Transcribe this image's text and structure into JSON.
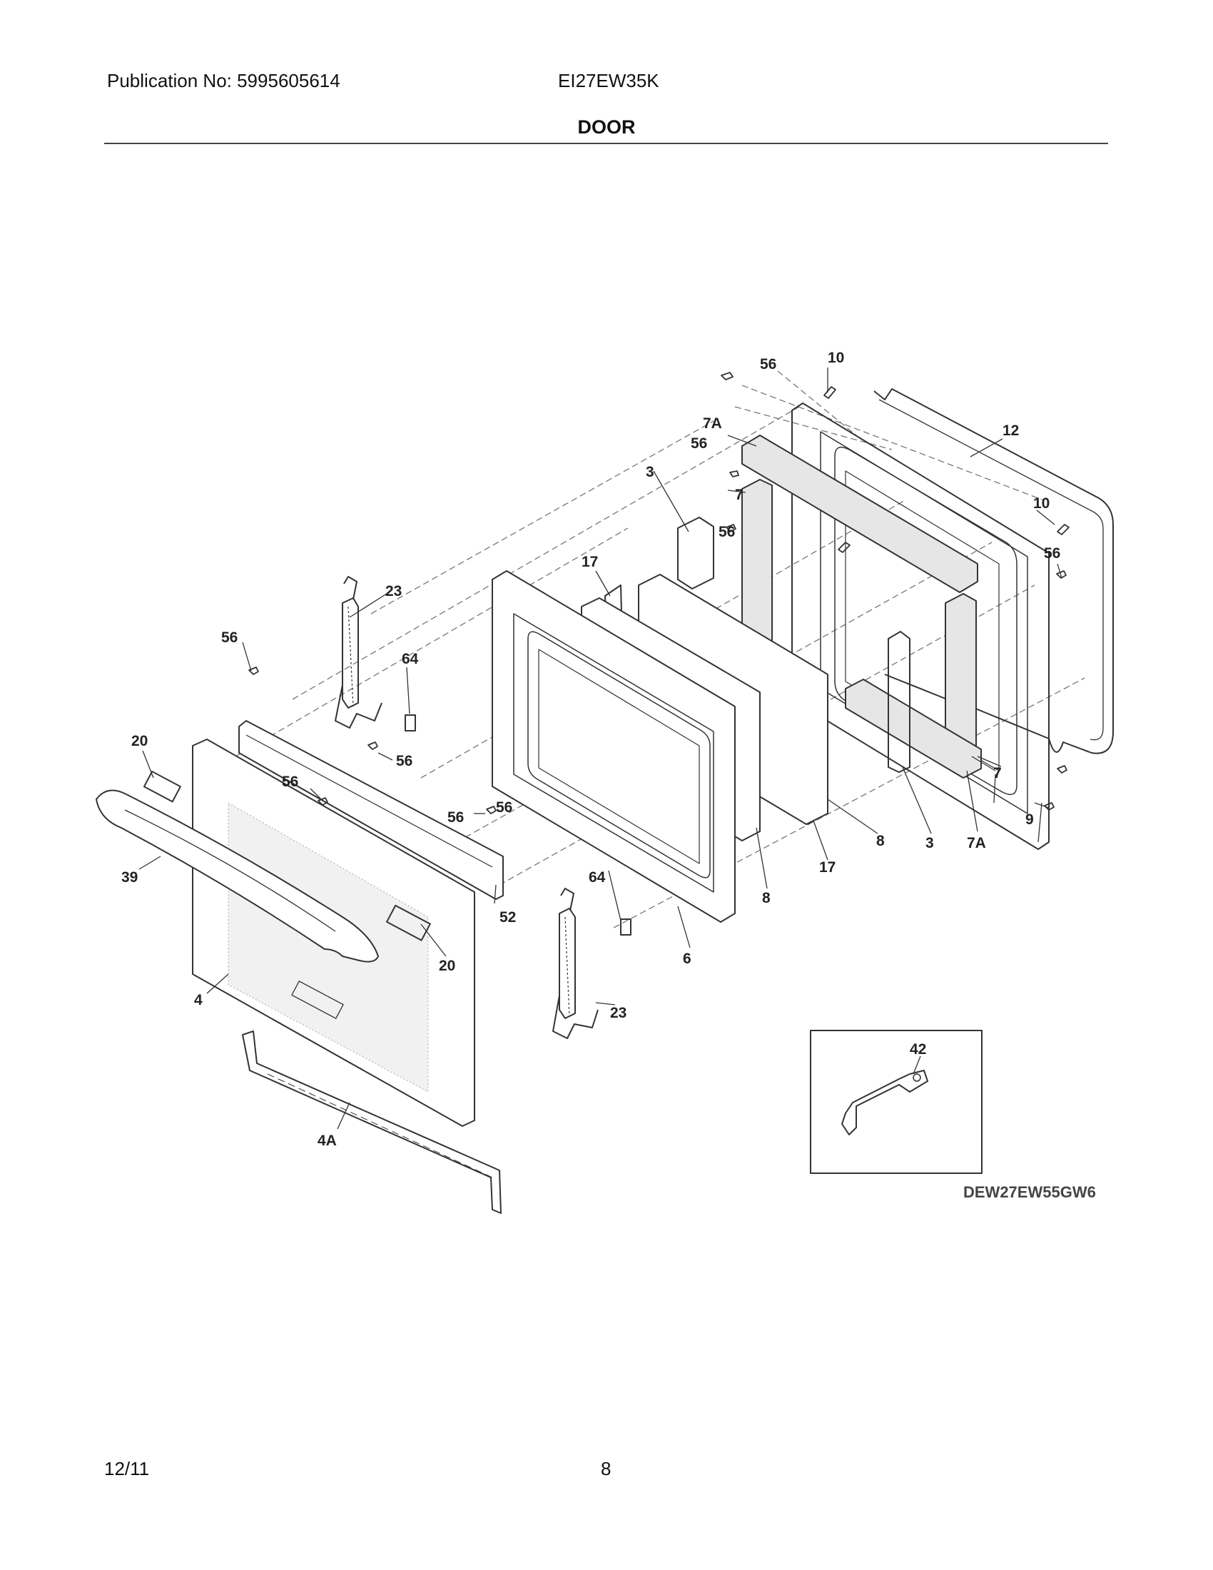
{
  "header": {
    "publication": "Publication No: 5995605614",
    "model": "EI27EW35K",
    "title": "DOOR"
  },
  "diagram": {
    "callouts": [
      {
        "id": "c56a",
        "label": "56"
      },
      {
        "id": "c10a",
        "label": "10"
      },
      {
        "id": "c7Aa",
        "label": "7A"
      },
      {
        "id": "c12",
        "label": "12"
      },
      {
        "id": "c56b",
        "label": "56"
      },
      {
        "id": "c3a",
        "label": "3"
      },
      {
        "id": "c7a",
        "label": "7"
      },
      {
        "id": "c10b",
        "label": "10"
      },
      {
        "id": "c56c",
        "label": "56"
      },
      {
        "id": "c56d",
        "label": "56"
      },
      {
        "id": "c17a",
        "label": "17"
      },
      {
        "id": "c23a",
        "label": "23"
      },
      {
        "id": "c56e",
        "label": "56"
      },
      {
        "id": "c64a",
        "label": "64"
      },
      {
        "id": "c56f",
        "label": "56"
      },
      {
        "id": "c20a",
        "label": "20"
      },
      {
        "id": "c56g",
        "label": "56"
      },
      {
        "id": "c56h",
        "label": "56"
      },
      {
        "id": "c56i",
        "label": "56"
      },
      {
        "id": "c39",
        "label": "39"
      },
      {
        "id": "c64b",
        "label": "64"
      },
      {
        "id": "c52",
        "label": "52"
      },
      {
        "id": "c8a",
        "label": "8"
      },
      {
        "id": "c8b",
        "label": "8"
      },
      {
        "id": "c17b",
        "label": "17"
      },
      {
        "id": "c3b",
        "label": "3"
      },
      {
        "id": "c7Ab",
        "label": "7A"
      },
      {
        "id": "c7b",
        "label": "7"
      },
      {
        "id": "c9",
        "label": "9"
      },
      {
        "id": "c6",
        "label": "6"
      },
      {
        "id": "c20b",
        "label": "20"
      },
      {
        "id": "c4",
        "label": "4"
      },
      {
        "id": "c23b",
        "label": "23"
      },
      {
        "id": "c4A",
        "label": "4A"
      },
      {
        "id": "c42",
        "label": "42"
      }
    ],
    "drawing_code": "DEW27EW55GW6"
  },
  "footer": {
    "date": "12/11",
    "page": "8"
  }
}
